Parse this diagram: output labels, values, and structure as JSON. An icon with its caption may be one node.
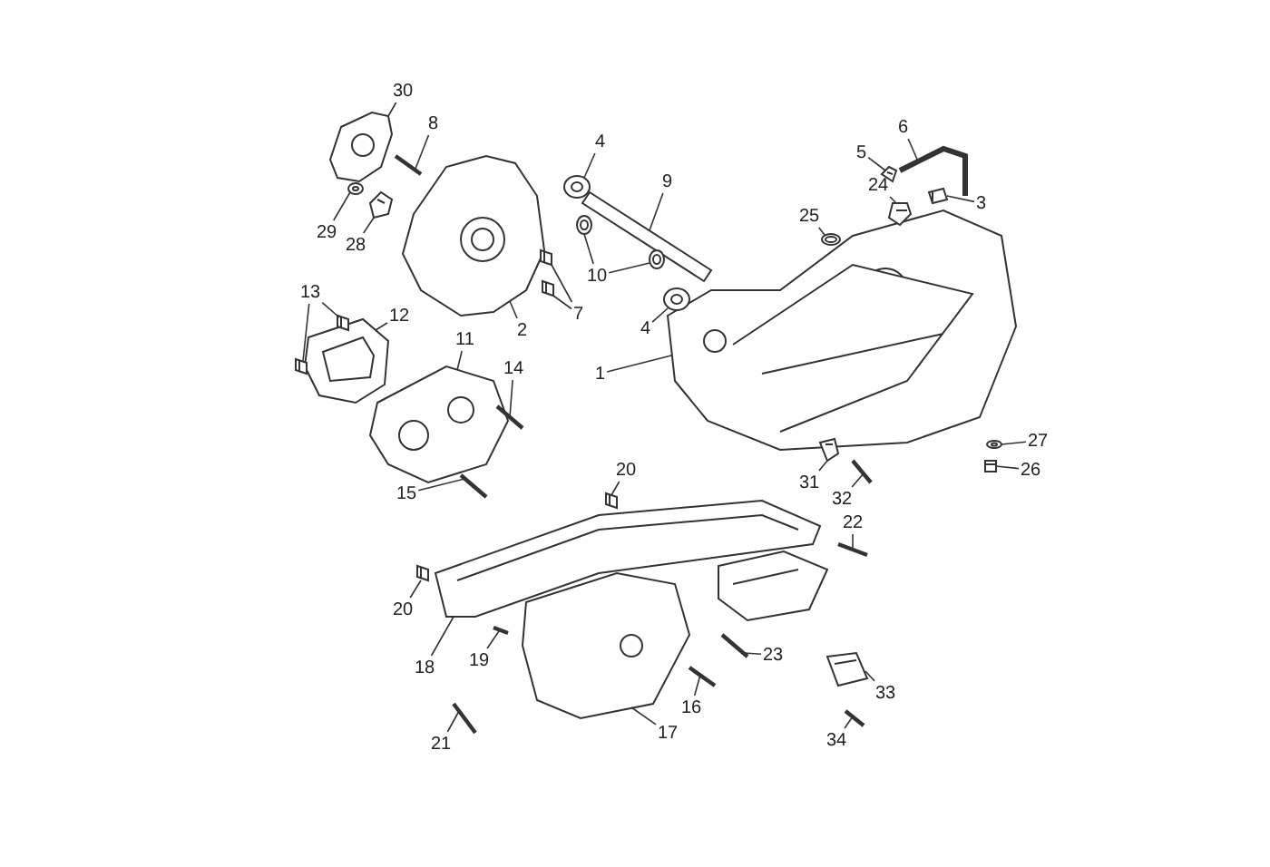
{
  "diagram": {
    "nodes": [
      {
        "text": [
          "30"
        ]
      },
      {
        "text": [
          "8"
        ]
      },
      {
        "text": [
          "29"
        ]
      },
      {
        "text": [
          "28"
        ]
      },
      {
        "text": [
          "4"
        ]
      },
      {
        "text": [
          "9"
        ]
      },
      {
        "text": [
          "10"
        ]
      },
      {
        "text": [
          "7"
        ]
      },
      {
        "text": [
          "2"
        ]
      },
      {
        "text": [
          "5"
        ]
      },
      {
        "text": [
          "6"
        ]
      },
      {
        "text": [
          "24"
        ]
      },
      {
        "text": [
          "25"
        ]
      },
      {
        "text": [
          "3"
        ]
      },
      {
        "text": [
          "4"
        ]
      },
      {
        "text": [
          "1"
        ]
      },
      {
        "text": [
          "13"
        ]
      },
      {
        "text": [
          "12"
        ]
      },
      {
        "text": [
          "11"
        ]
      },
      {
        "text": [
          "14"
        ]
      },
      {
        "text": [
          "15"
        ]
      },
      {
        "text": [
          "31"
        ]
      },
      {
        "text": [
          "32"
        ]
      },
      {
        "text": [
          "27"
        ]
      },
      {
        "text": [
          "26"
        ]
      },
      {
        "text": [
          "20"
        ]
      },
      {
        "text": [
          "22"
        ]
      },
      {
        "text": [
          "19"
        ]
      },
      {
        "text": [
          "20"
        ]
      },
      {
        "text": [
          "18"
        ]
      },
      {
        "text": [
          "23"
        ]
      },
      {
        "text": [
          "16"
        ]
      },
      {
        "text": [
          "17"
        ]
      },
      {
        "text": [
          "21"
        ]
      },
      {
        "text": [
          "33"
        ]
      },
      {
        "text": [
          "34"
        ]
      },
      {
        "text": [],
        "shape": "picture"
      },
      {
        "text": [],
        "shape": "picture"
      },
      {
        "text": [],
        "shape": "picture"
      },
      {
        "text": [],
        "shape": "picture"
      },
      {
        "text": [],
        "shape": "picture"
      },
      {
        "text": [],
        "shape": "picture"
      },
      {
        "text": [],
        "shape": "picture"
      },
      {
        "text": [],
        "shape": "picture"
      },
      {
        "text": [],
        "shape": "picture"
      },
      {
        "text": [],
        "shape": "picture"
      },
      {
        "text": [],
        "shape": "picture"
      },
      {
        "text": [],
        "shape": "picture"
      },
      {
        "text": [],
        "shape": "picture"
      },
      {
        "text": [],
        "shape": "picture"
      },
      {
        "text": [],
        "shape": "picture"
      },
      {
        "text": [],
        "shape": "picture"
      },
      {
        "text": [],
        "shape": "picture"
      },
      {
        "text": [],
        "shape": "picture"
      },
      {
        "text": [],
        "shape": "picture"
      },
      {
        "text": [],
        "shape": "picture"
      },
      {
        "text": [],
        "shape": "picture"
      },
      {
        "text": [],
        "shape": "picture"
      },
      {
        "text": [],
        "shape": "picture"
      },
      {
        "text": [],
        "shape": "picture"
      },
      {
        "text": [],
        "shape": "picture"
      },
      {
        "text": [],
        "shape": "picture"
      },
      {
        "text": [],
        "shape": "picture"
      },
      {
        "text": [],
        "shape": "picture"
      },
      {
        "text": [],
        "shape": "picture"
      },
      {
        "text": [],
        "shape": "picture"
      },
      {
        "text": [],
        "shape": "picture"
      },
      {
        "text": [],
        "shape": "picture"
      },
      {
        "text": [],
        "shape": "picture"
      },
      {
        "text": [],
        "shape": "picture"
      },
      {
        "text": [],
        "shape": "picture"
      },
      {
        "text": [],
        "shape": "picture"
      },
      {
        "text": [],
        "shape": "picture"
      },
      {
        "text": [],
        "shape": "picture"
      },
      {
        "text": [],
        "shape": "picture"
      }
    ],
    "edges": [
      {
        "from": 0,
        "to": 36,
        "arrow": "none"
      },
      {
        "from": 1,
        "to": 37,
        "arrow": "none"
      },
      {
        "from": 2,
        "to": 38,
        "arrow": "none"
      },
      {
        "from": 3,
        "to": 39,
        "arrow": "none"
      },
      {
        "from": 4,
        "to": 40,
        "arrow": "none"
      },
      {
        "from": 5,
        "to": 41,
        "arrow": "none"
      },
      {
        "from": 6,
        "to": 42,
        "arrow": "none"
      },
      {
        "from": 6,
        "to": 43,
        "arrow": "none"
      },
      {
        "from": 7,
        "to": 44,
        "arrow": "none"
      },
      {
        "from": 7,
        "to": 45,
        "arrow": "none"
      },
      {
        "from": 8,
        "to": 46,
        "arrow": "none"
      },
      {
        "from": 9,
        "to": 47,
        "arrow": "none"
      },
      {
        "from": 10,
        "to": 48,
        "arrow": "none"
      },
      {
        "from": 11,
        "to": 49,
        "arrow": "none"
      },
      {
        "from": 12,
        "to": 50,
        "arrow": "none"
      },
      {
        "from": 13,
        "to": 51,
        "arrow": "none"
      },
      {
        "from": 14,
        "to": 52,
        "arrow": "none"
      },
      {
        "from": 15,
        "to": 53,
        "arrow": "none"
      },
      {
        "from": 16,
        "to": 54,
        "arrow": "none"
      },
      {
        "from": 16,
        "to": 55,
        "arrow": "none"
      },
      {
        "from": 17,
        "to": 56,
        "arrow": "none"
      },
      {
        "from": 18,
        "to": 57,
        "arrow": "none"
      },
      {
        "from": 19,
        "to": 58,
        "arrow": "none"
      },
      {
        "from": 20,
        "to": 59,
        "arrow": "none"
      },
      {
        "from": 21,
        "to": 60,
        "arrow": "none"
      },
      {
        "from": 22,
        "to": 61,
        "arrow": "none"
      },
      {
        "from": 23,
        "to": 62,
        "arrow": "none"
      },
      {
        "from": 24,
        "to": 63,
        "arrow": "none"
      },
      {
        "from": 25,
        "to": 64,
        "arrow": "none"
      },
      {
        "from": 26,
        "to": 65,
        "arrow": "none"
      },
      {
        "from": 27,
        "to": 66,
        "arrow": "none"
      },
      {
        "from": 28,
        "to": 67,
        "arrow": "none"
      },
      {
        "from": 29,
        "to": 68,
        "arrow": "none"
      },
      {
        "from": 30,
        "to": 69,
        "arrow": "none"
      },
      {
        "from": 31,
        "to": 70,
        "arrow": "none"
      },
      {
        "from": 32,
        "to": 71,
        "arrow": "none"
      },
      {
        "from": 33,
        "to": 72,
        "arrow": "none"
      },
      {
        "from": 34,
        "to": 73,
        "arrow": "none"
      },
      {
        "from": 35,
        "to": 74,
        "arrow": "none"
      }
    ]
  }
}
